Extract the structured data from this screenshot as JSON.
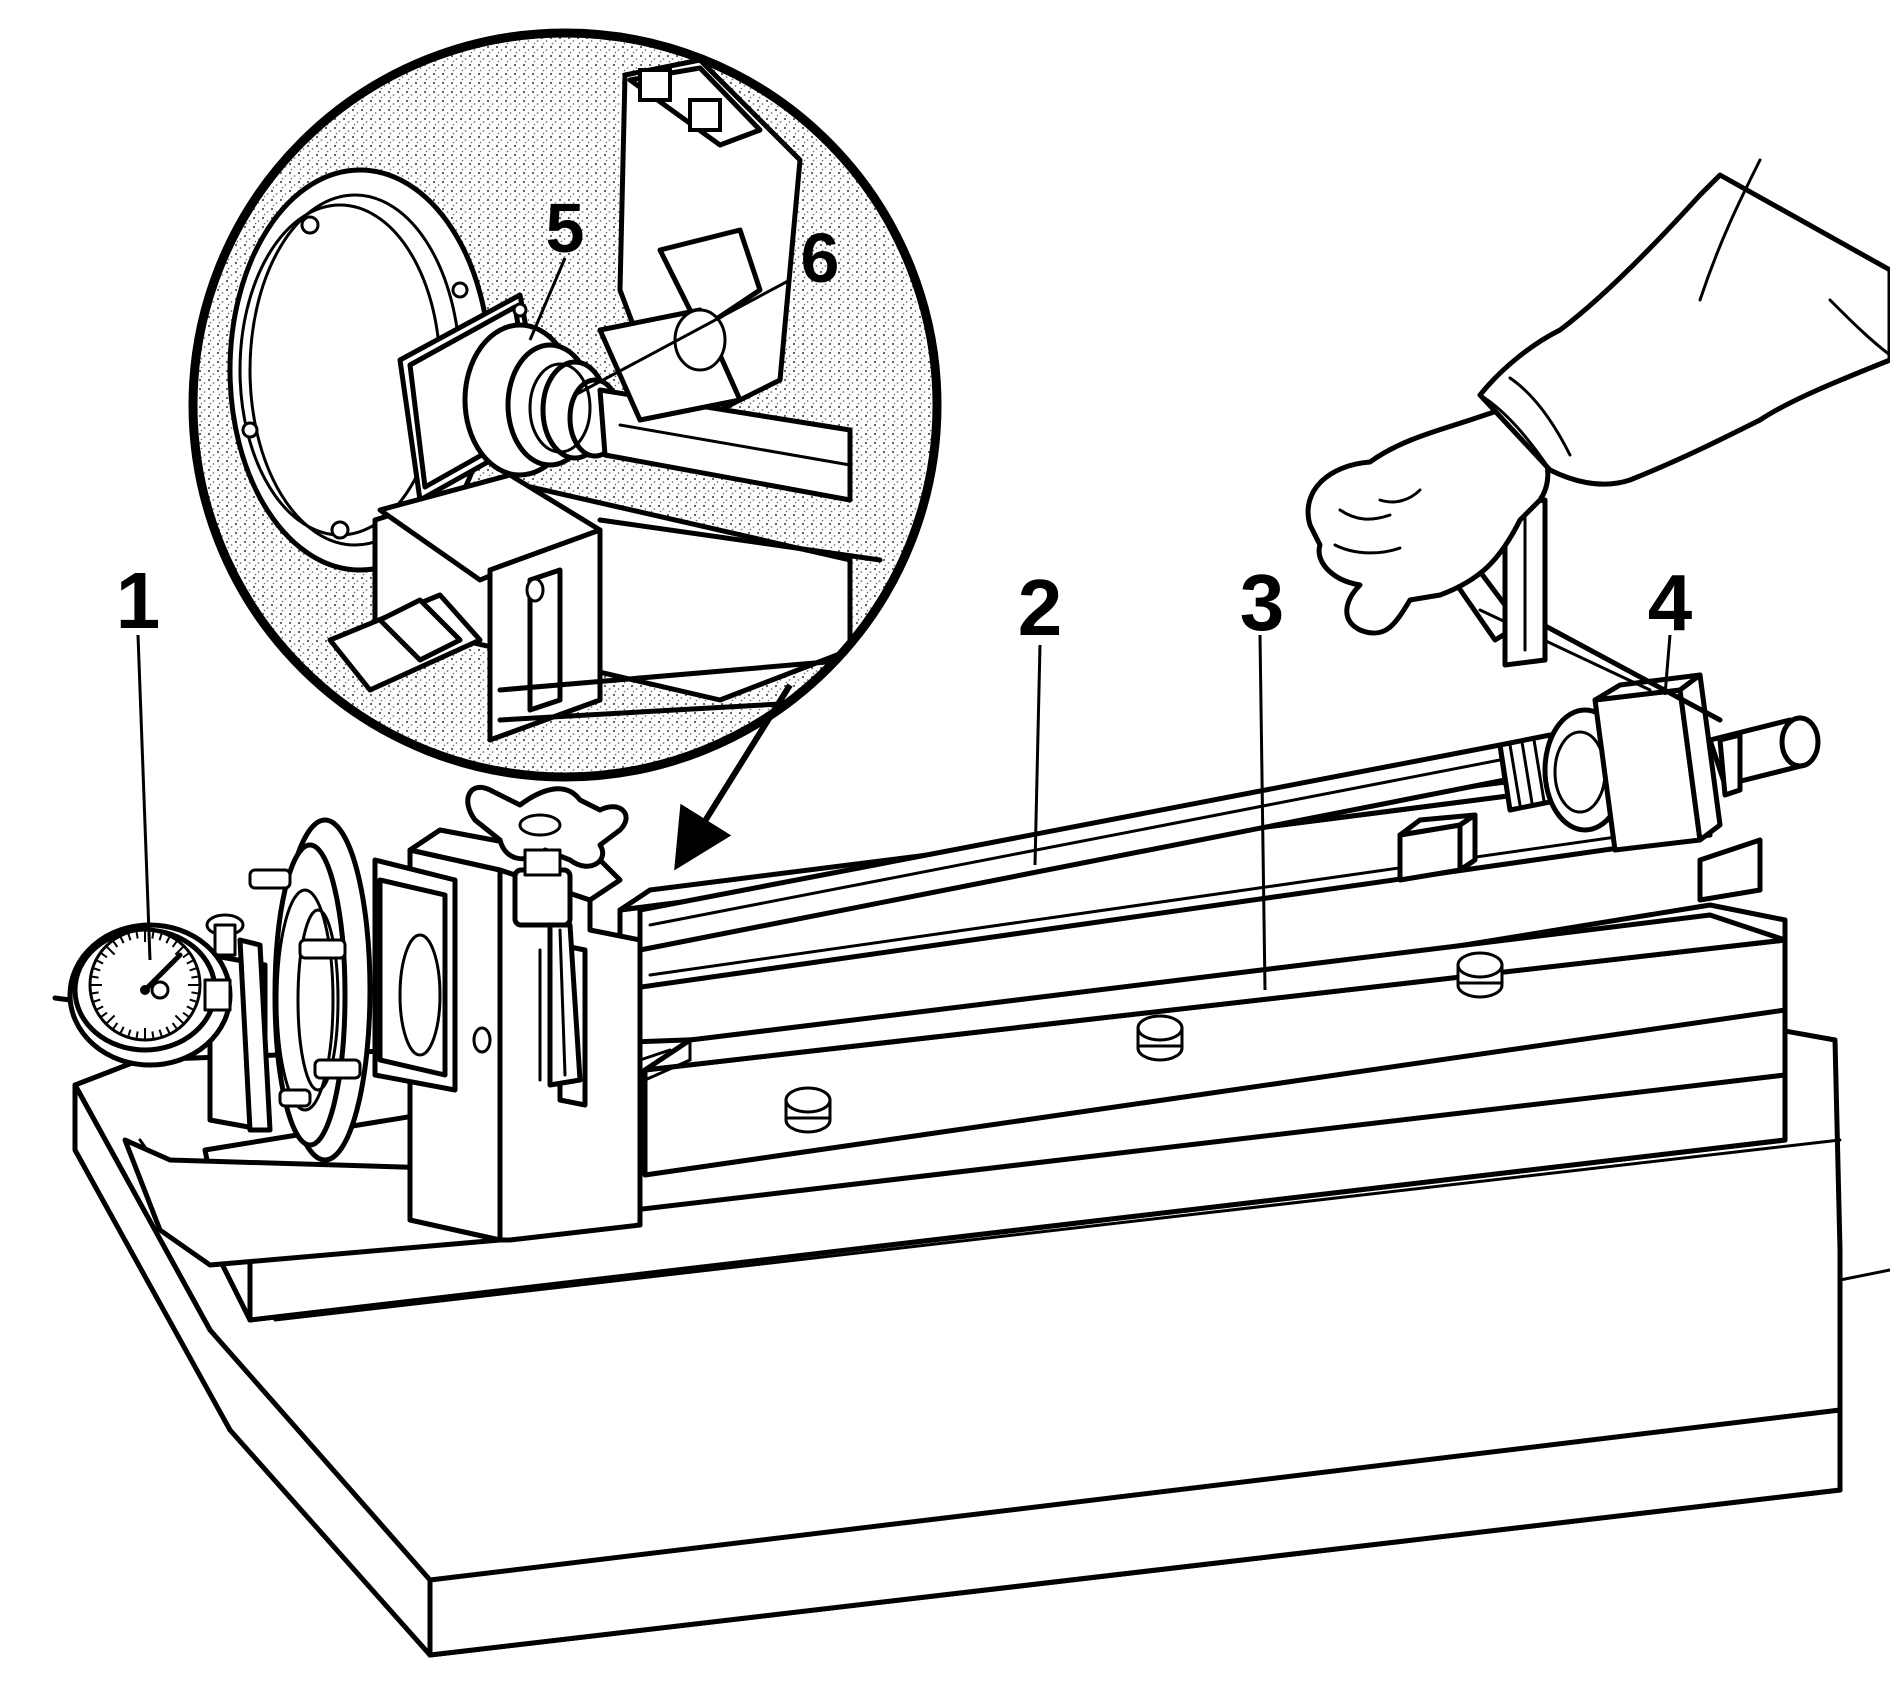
{
  "callouts": [
    {
      "id": "1",
      "label": "1"
    },
    {
      "id": "2",
      "label": "2"
    },
    {
      "id": "3",
      "label": "3"
    },
    {
      "id": "4",
      "label": "4"
    },
    {
      "id": "5",
      "label": "5"
    },
    {
      "id": "6",
      "label": "6"
    }
  ],
  "colors": {
    "ink": "#000000",
    "paper": "#ffffff",
    "stipple": "#8a8a8a"
  },
  "icons": {
    "dial-gauge": "dial-indicator-icon",
    "knob": "star-knob-icon",
    "hand": "hand-icon"
  }
}
